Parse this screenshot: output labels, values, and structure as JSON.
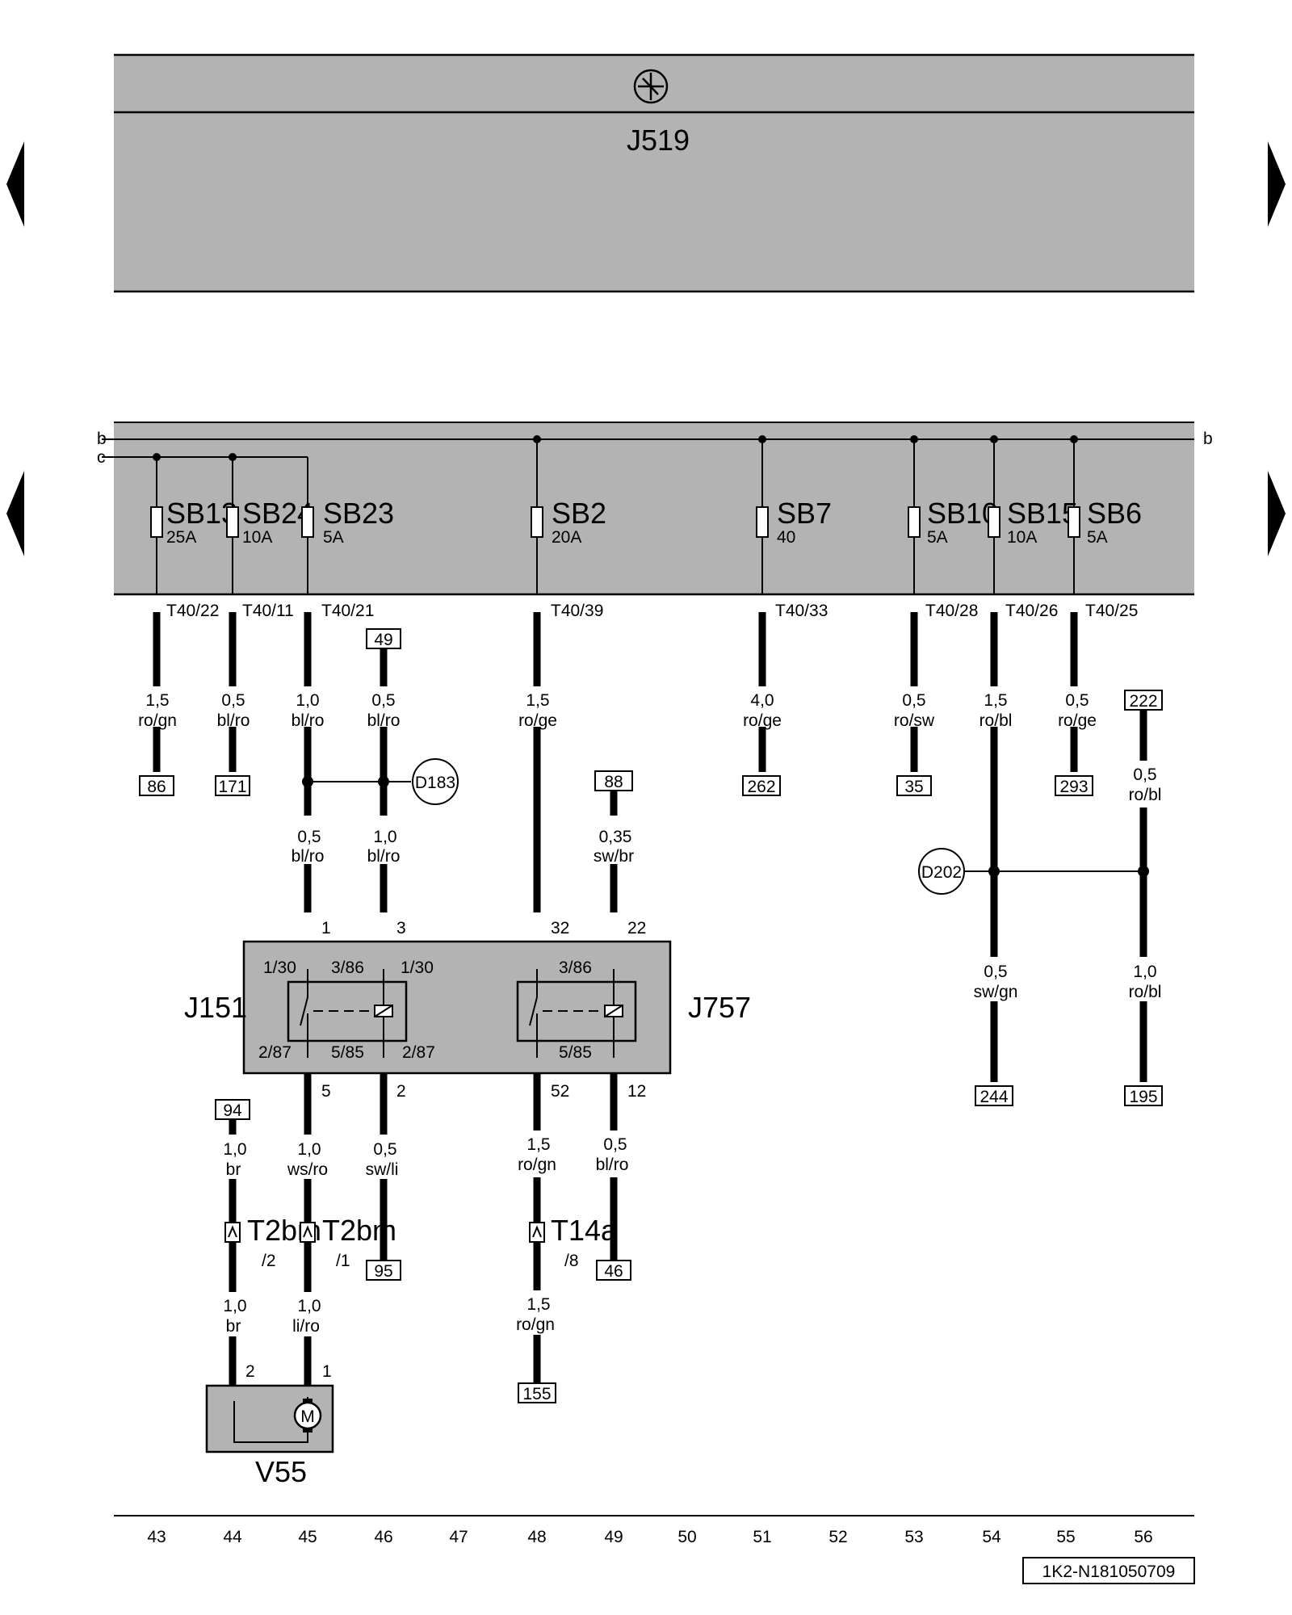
{
  "unit": {
    "control_unit": "J519",
    "relay_1": "J151",
    "relay_2": "J757",
    "motor": "V55"
  },
  "bus_labels": {
    "b_left": "b",
    "c_left": "c",
    "b_right": "b"
  },
  "fuses": [
    {
      "name": "SB13",
      "rating": "25A"
    },
    {
      "name": "SB24",
      "rating": "10A"
    },
    {
      "name": "SB23",
      "rating": "5A"
    },
    {
      "name": "SB2",
      "rating": "20A"
    },
    {
      "name": "SB7",
      "rating": "40"
    },
    {
      "name": "SB10",
      "rating": "5A"
    },
    {
      "name": "SB15",
      "rating": "10A"
    },
    {
      "name": "SB6",
      "rating": "5A"
    }
  ],
  "connector_pins": [
    "T40/22",
    "T40/11",
    "T40/21",
    "T40/39",
    "T40/33",
    "T40/28",
    "T40/26",
    "T40/25"
  ],
  "wires": {
    "col43_top": {
      "size": "1,5",
      "color": "ro/gn"
    },
    "col44_top": {
      "size": "0,5",
      "color": "bl/ro"
    },
    "col45_top": {
      "size": "1,0",
      "color": "bl/ro"
    },
    "col46_top": {
      "size": "0,5",
      "color": "bl/ro"
    },
    "col48_top": {
      "size": "1,5",
      "color": "ro/ge"
    },
    "col51_top": {
      "size": "4,0",
      "color": "ro/ge"
    },
    "col53_top": {
      "size": "0,5",
      "color": "ro/sw"
    },
    "col54_top": {
      "size": "1,5",
      "color": "ro/bl"
    },
    "col55_top": {
      "size": "0,5",
      "color": "ro/ge"
    },
    "col56_top": {
      "size": "0,5",
      "color": "ro/bl"
    },
    "col45_mid": {
      "size": "0,5",
      "color": "bl/ro"
    },
    "col46_mid": {
      "size": "1,0",
      "color": "bl/ro"
    },
    "col49_mid": {
      "size": "0,35",
      "color": "sw/br"
    },
    "col54_low": {
      "size": "0,5",
      "color": "sw/gn"
    },
    "col56_low": {
      "size": "1,0",
      "color": "ro/bl"
    },
    "col44_low_a": {
      "size": "1,0",
      "color": "br"
    },
    "col45_low_a": {
      "size": "1,0",
      "color": "ws/ro"
    },
    "col46_low": {
      "size": "0,5",
      "color": "sw/li"
    },
    "col48_low_a": {
      "size": "1,5",
      "color": "ro/gn"
    },
    "col49_low": {
      "size": "0,5",
      "color": "bl/ro"
    },
    "col44_low_b": {
      "size": "1,0",
      "color": "br"
    },
    "col45_low_b": {
      "size": "1,0",
      "color": "li/ro"
    },
    "col48_low_b": {
      "size": "1,5",
      "color": "ro/gn"
    }
  },
  "refs": {
    "r86": "86",
    "r171": "171",
    "r49": "49",
    "r262": "262",
    "r35": "35",
    "r293": "293",
    "r222": "222",
    "r88": "88",
    "r244": "244",
    "r195": "195",
    "r94": "94",
    "r95": "95",
    "r46": "46",
    "r155": "155"
  },
  "splices": {
    "d183": "D183",
    "d202": "D202"
  },
  "relay_pins": {
    "j151_in_1": "1",
    "j151_in_3": "3",
    "j757_in_32": "32",
    "j757_in_22": "22",
    "j151_1_30_a": "1/30",
    "j151_3_86": "3/86",
    "j151_1_30_b": "1/30",
    "j757_3_86": "3/86",
    "j151_2_87_a": "2/87",
    "j151_5_85": "5/85",
    "j151_2_87_b": "2/87",
    "j757_5_85": "5/85",
    "j151_out_5": "5",
    "j151_out_2": "2",
    "j757_out_52": "52",
    "j757_out_12": "12"
  },
  "connectors": {
    "t2bm_2": {
      "name": "T2bm",
      "pin": "/2"
    },
    "t2bm_1": {
      "name": "T2bm",
      "pin": "/1"
    },
    "t14a_8": {
      "name": "T14a",
      "pin": "/8"
    }
  },
  "motor_pins": {
    "p2": "2",
    "p1": "1",
    "symbol": "M"
  },
  "footer": {
    "columns": [
      "43",
      "44",
      "45",
      "46",
      "47",
      "48",
      "49",
      "50",
      "51",
      "52",
      "53",
      "54",
      "55",
      "56"
    ],
    "code": "1K2-N181050709"
  }
}
